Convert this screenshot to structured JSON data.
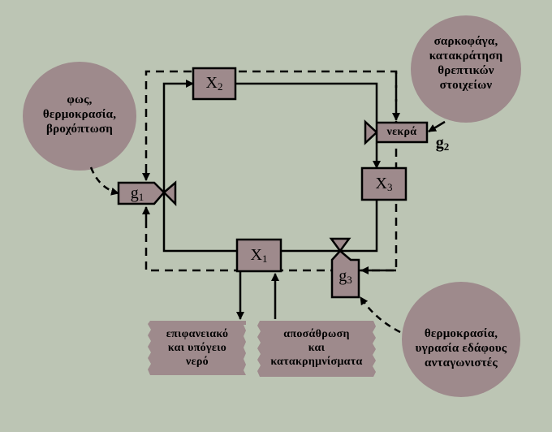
{
  "circles": {
    "left": {
      "lines": [
        "φως,",
        "θερμοκρασία,",
        "βροχόπτωση"
      ]
    },
    "top_right": {
      "lines": [
        "σαρκοφάγα,",
        "κατακράτηση",
        "θρεπτικών",
        "στοιχείων"
      ]
    },
    "bottom_right": {
      "lines": [
        "θερμοκρασία,",
        "υγρασία εδάφους",
        "ανταγωνιστές"
      ]
    }
  },
  "boxes": {
    "x1": {
      "main": "X",
      "sub": "1"
    },
    "x2": {
      "main": "X",
      "sub": "2"
    },
    "x3": {
      "main": "X",
      "sub": "3"
    }
  },
  "gates": {
    "g1": {
      "main": "g",
      "sub": "1"
    },
    "g2": {
      "main": "g",
      "sub": "2"
    },
    "g3": {
      "main": "g",
      "sub": "3"
    },
    "dead_label": "νεκρά"
  },
  "notes": {
    "water": {
      "lines": [
        "επιφανειακό",
        "και υπόγειο",
        "νερό"
      ]
    },
    "weathering": {
      "lines": [
        "αποσάθρωση",
        "και",
        "κατακρημνίσματα"
      ]
    }
  },
  "colors": {
    "background": "#bcc5b4",
    "fill": "#9e8a8c",
    "stroke": "#000000"
  }
}
